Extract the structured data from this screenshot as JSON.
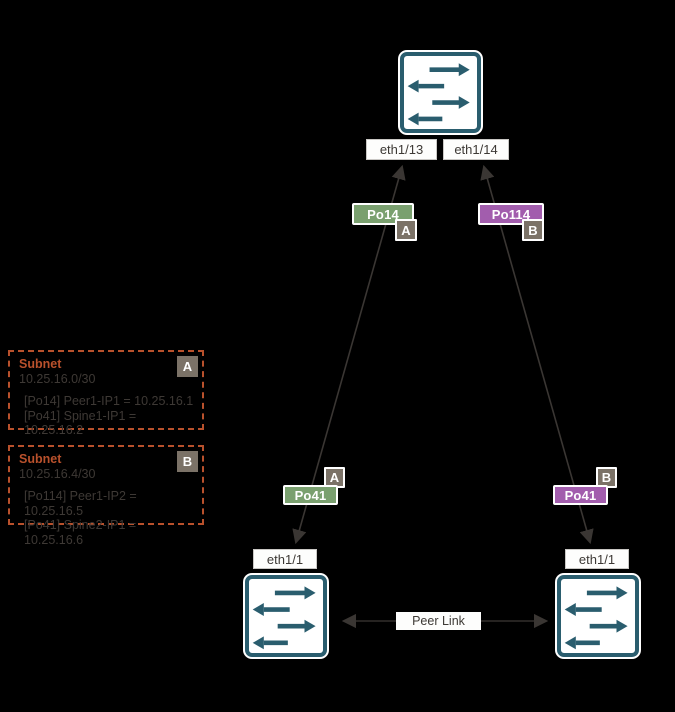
{
  "diagram_type": "network-topology",
  "colors": {
    "background": "#000000",
    "switch_teal": "#2a5d6e",
    "port_channel_green": "#7aa06f",
    "port_channel_purple": "#a25dad",
    "badge_gray": "#7b7267",
    "subnet_orange": "#b9512c",
    "wire_gray": "#3a3633",
    "label_text": "#3d3935"
  },
  "ports": {
    "top_left": "eth1/13",
    "top_right": "eth1/14",
    "bottom_left": "eth1/1",
    "bottom_right": "eth1/1"
  },
  "port_channels": {
    "po14": {
      "label": "Po14",
      "badge": "A",
      "color": "#7aa06f"
    },
    "po114": {
      "label": "Po114",
      "badge": "B",
      "color": "#a25dad"
    },
    "po41_left": {
      "label": "Po41",
      "badge": "A",
      "color": "#7aa06f"
    },
    "po41_right": {
      "label": "Po41",
      "badge": "B",
      "color": "#a25dad"
    }
  },
  "peer_link": {
    "label": "Peer Link"
  },
  "subnets": [
    {
      "title": "Subnet",
      "cidr": "10.25.16.0/30",
      "badge": "A",
      "lines": [
        "[Po14] Peer1-IP1 = 10.25.16.1",
        "[Po41] Spine1-IP1 = 10.25.16.2"
      ]
    },
    {
      "title": "Subnet",
      "cidr": "10.25.16.4/30",
      "badge": "B",
      "lines": [
        "[Po114] Peer1-IP2 = 10.25.16.5",
        "[Po41] Spine2-IP1 = 10.25.16.6"
      ]
    }
  ]
}
